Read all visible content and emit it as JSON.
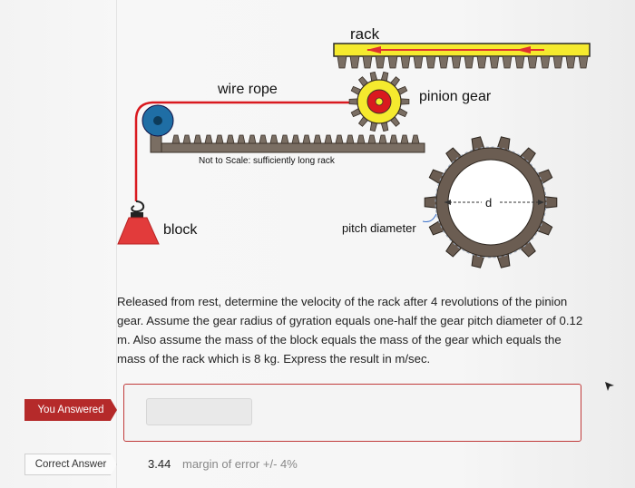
{
  "figure": {
    "rack_label": "rack",
    "wire_rope_label": "wire rope",
    "pinion_gear_label": "pinion gear",
    "scale_note": "Not to Scale: sufficiently long rack",
    "block_label": "block",
    "pitch_diameter_label": "pitch diameter",
    "diameter_symbol": "d"
  },
  "question": {
    "text": "Released from rest, determine the velocity of the rack after 4 revolutions of the pinion gear. Assume the gear radius of gyration equals one-half the gear pitch diameter of 0.12 m. Also assume the mass of the block equals the mass of the gear which equals the mass of the rack which is 8 kg.  Express the result in m/sec."
  },
  "your_answer": {
    "badge_label": "You Answered",
    "input_value": ""
  },
  "correct_answer": {
    "badge_label": "Correct Answer",
    "value": "3.44",
    "margin_text": "margin of error +/- 4%"
  },
  "colors": {
    "answered_badge": "#b52a2a",
    "rack_yellow": "#f5ea2e",
    "rope_red": "#d9191f",
    "gear_gray": "#6b5d52",
    "block_red": "#e23b3b"
  }
}
